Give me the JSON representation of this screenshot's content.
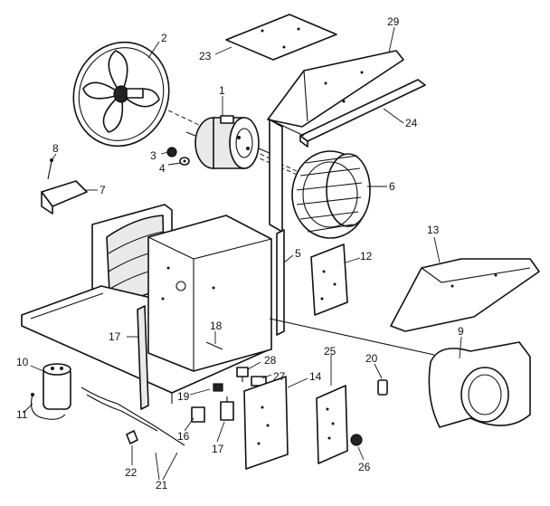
{
  "callouts": [
    "1",
    "2",
    "3",
    "4",
    "5",
    "6",
    "7",
    "8",
    "9",
    "10",
    "11",
    "12",
    "13",
    "14",
    "16",
    "17",
    "17",
    "18",
    "19",
    "20",
    "21",
    "22",
    "23",
    "24",
    "25",
    "26",
    "27",
    "28",
    "29"
  ]
}
